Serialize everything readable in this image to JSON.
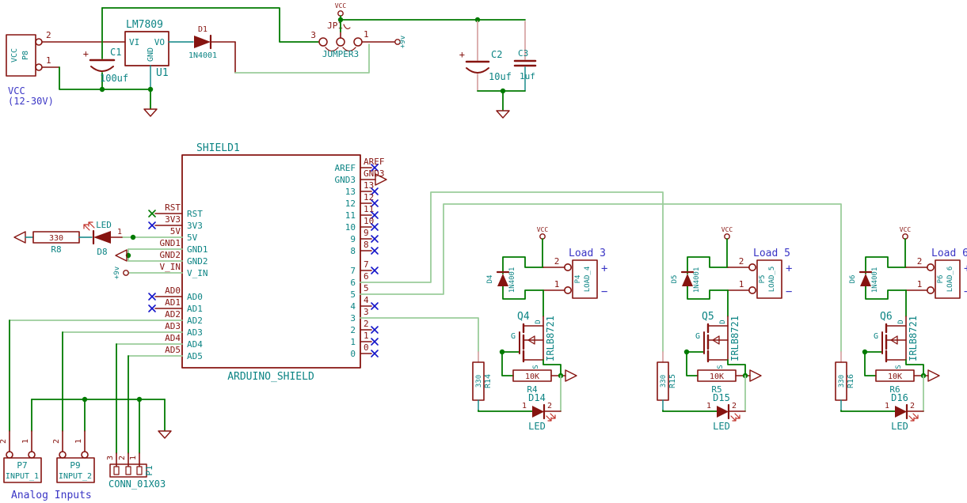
{
  "colors": {
    "wire_green": "#007a00",
    "wire_pale_green": "#9bcd9b",
    "component_dark_red": "#861410",
    "pin_pale_red": "#d9a7a7",
    "reference_teal": "#0c8484",
    "annotation_blue": "#3a35c5",
    "no_connect_blue": "#1414c8",
    "led_emission_red": "#c03028",
    "background": "#ffffff"
  },
  "power": {
    "p8": {
      "ref": "P8",
      "value": "VCC",
      "pin2": "2",
      "pin1": "1"
    },
    "note_line1": "VCC",
    "note_line2": "(12-30V)",
    "c1": {
      "ref": "C1",
      "value": "100uf",
      "plus": "+"
    },
    "u1": {
      "ref": "U1",
      "value": "LM7809",
      "pin_vi": "VI",
      "pin_vo": "VO",
      "pin_gnd": "GND"
    },
    "d1": {
      "ref": "D1",
      "value": "1N4001"
    },
    "jp1": {
      "ref": "JP1",
      "value": "JUMPER3",
      "pin3": "3",
      "pin1": "1"
    },
    "vcc_flag": "VCC",
    "plus9v_port": "+9v",
    "c2": {
      "ref": "C2",
      "value": "10uf",
      "plus": "+"
    },
    "c3": {
      "ref": "C3",
      "value": "1uf"
    }
  },
  "shield": {
    "ref": "SHIELD1",
    "value": "ARDUINO_SHIELD",
    "v_in_port": "+9v",
    "left_pins": [
      {
        "label": "RST",
        "marker": "nc-green"
      },
      {
        "label": "3V3",
        "marker": "nc"
      },
      {
        "label": "5V",
        "marker": "wire"
      },
      {
        "label": "GND1",
        "marker": "wire"
      },
      {
        "label": "GND2",
        "marker": "wire"
      },
      {
        "label": "V_IN",
        "marker": "wire"
      },
      {
        "label": "AD0",
        "marker": "nc"
      },
      {
        "label": "AD1",
        "marker": "nc"
      },
      {
        "label": "AD2",
        "marker": "wire"
      },
      {
        "label": "AD3",
        "marker": "wire"
      },
      {
        "label": "AD4",
        "marker": "wire"
      },
      {
        "label": "AD5",
        "marker": "wire"
      }
    ],
    "right_pins": [
      {
        "label": "AREF",
        "marker": "nc"
      },
      {
        "label": "GND3",
        "marker": "arrow"
      },
      {
        "label": "13",
        "marker": "nc"
      },
      {
        "label": "12",
        "marker": "nc"
      },
      {
        "label": "11",
        "marker": "nc"
      },
      {
        "label": "10",
        "marker": "nc"
      },
      {
        "label": "9",
        "marker": "nc"
      },
      {
        "label": "8",
        "marker": "nc"
      },
      {
        "label": "7",
        "marker": "nc"
      },
      {
        "label": "6",
        "marker": "wire"
      },
      {
        "label": "5",
        "marker": "wire"
      },
      {
        "label": "4",
        "marker": "nc"
      },
      {
        "label": "3",
        "marker": "wire"
      },
      {
        "label": "2",
        "marker": "nc"
      },
      {
        "label": "1",
        "marker": "nc"
      },
      {
        "label": "0",
        "marker": "nc"
      }
    ]
  },
  "indicator": {
    "r8": {
      "ref": "R8",
      "value": "330"
    },
    "d8": {
      "ref": "D8",
      "value": "LED",
      "pin1": "1"
    }
  },
  "channels": [
    {
      "title": "Load 3",
      "vcc": "VCC",
      "flyback": {
        "ref": "D4",
        "value": "1N4001"
      },
      "connector": {
        "ref": "P4",
        "value": "LOAD_4",
        "pin2": "2",
        "pin1": "1",
        "plus": "+",
        "minus": "−"
      },
      "mosfet": {
        "ref": "Q4",
        "value": "IRLB8721",
        "g": "G",
        "d": "D",
        "s": "S"
      },
      "r_gate": {
        "ref": "R14",
        "value": "330"
      },
      "r_pull": {
        "ref": "R4",
        "value": "10K"
      },
      "led": {
        "ref": "D14",
        "value": "LED",
        "pin1": "1",
        "pin2": "2"
      }
    },
    {
      "title": "Load 5",
      "vcc": "VCC",
      "flyback": {
        "ref": "D5",
        "value": "1N4001"
      },
      "connector": {
        "ref": "P5",
        "value": "LOAD_5",
        "pin2": "2",
        "pin1": "1",
        "plus": "+",
        "minus": "−"
      },
      "mosfet": {
        "ref": "Q5",
        "value": "IRLB8721",
        "g": "G",
        "d": "D",
        "s": "S"
      },
      "r_gate": {
        "ref": "R15",
        "value": "330"
      },
      "r_pull": {
        "ref": "R5",
        "value": "10K"
      },
      "led": {
        "ref": "D15",
        "value": "LED",
        "pin1": "1",
        "pin2": "2"
      }
    },
    {
      "title": "Load 6",
      "vcc": "VCC",
      "flyback": {
        "ref": "D6",
        "value": "1N4001"
      },
      "connector": {
        "ref": "P6",
        "value": "LOAD_6",
        "pin2": "2",
        "pin1": "1",
        "plus": "+",
        "minus": "−"
      },
      "mosfet": {
        "ref": "Q6",
        "value": "IRLB8721",
        "g": "G",
        "d": "D",
        "s": "S"
      },
      "r_gate": {
        "ref": "R16",
        "value": "330"
      },
      "r_pull": {
        "ref": "R6",
        "value": "10K"
      },
      "led": {
        "ref": "D16",
        "value": "LED",
        "pin1": "1",
        "pin2": "2"
      }
    }
  ],
  "analog": {
    "caption": "Analog Inputs",
    "p7": {
      "ref": "P7",
      "value": "INPUT_1",
      "pin2": "2",
      "pin1": "1"
    },
    "p9": {
      "ref": "P9",
      "value": "INPUT_2",
      "pin2": "2",
      "pin1": "1"
    },
    "p1": {
      "ref": "P1",
      "value": "CONN_01X03",
      "pin3": "3",
      "pin2": "2",
      "pin1": "1"
    }
  }
}
